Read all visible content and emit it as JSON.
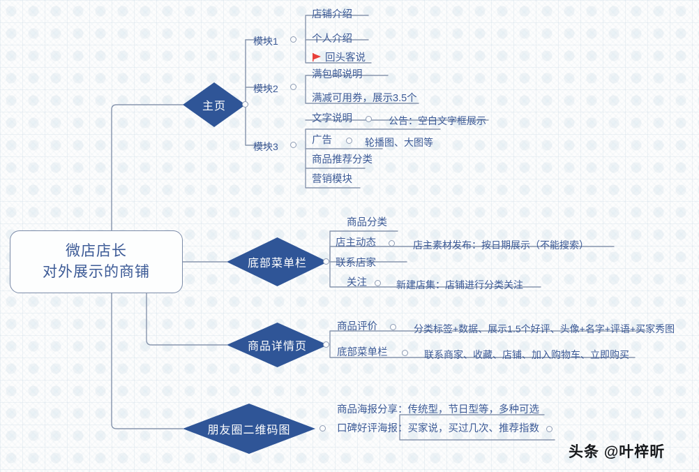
{
  "colors": {
    "diamond_fill": "#2f5597",
    "node_text": "#3c5a96",
    "line": "#8795ad",
    "flag_red": "#e8403a",
    "background": "#fdfdfd"
  },
  "root": {
    "line1": "微店店长",
    "line2": "对外展示的商铺"
  },
  "branches": [
    {
      "id": "homepage",
      "label": "主页",
      "groups": [
        {
          "label": "模块1",
          "items": [
            {
              "text": "店铺介绍",
              "icon": null,
              "detail": null
            },
            {
              "text": "个人介绍",
              "icon": null,
              "detail": null
            },
            {
              "text": "回头客说",
              "icon": "red-flag-icon",
              "detail": null
            }
          ]
        },
        {
          "label": "模块2",
          "items": [
            {
              "text": "满包邮说明",
              "icon": null,
              "detail": null
            },
            {
              "text": "满减可用券，展示3.5个",
              "icon": null,
              "detail": null
            }
          ]
        },
        {
          "label": "",
          "items": [
            {
              "text": "文字说明",
              "icon": null,
              "detail": "公告：空白文字框展示"
            }
          ]
        },
        {
          "label": "模块3",
          "items": [
            {
              "text": "广告",
              "icon": null,
              "detail": "轮播图、大图等"
            },
            {
              "text": "商品推荐分类",
              "icon": null,
              "detail": null
            },
            {
              "text": "营销模块",
              "icon": null,
              "detail": null
            }
          ]
        }
      ]
    },
    {
      "id": "bottom-menu",
      "label": "底部菜单栏",
      "groups": [
        {
          "label": "",
          "items": [
            {
              "text": "商品分类",
              "icon": null,
              "detail": null
            },
            {
              "text": "店主动态",
              "icon": null,
              "detail": "店主素材发布：按日期展示（不能搜索）"
            },
            {
              "text": "联系店家",
              "icon": null,
              "detail": null
            },
            {
              "text": "关注",
              "icon": null,
              "detail": "新建店集：店铺进行分类关注"
            }
          ]
        }
      ]
    },
    {
      "id": "product-detail",
      "label": "商品详情页",
      "groups": [
        {
          "label": "",
          "items": [
            {
              "text": "商品评价",
              "icon": null,
              "detail": "分类标签+数据、展示1.5个好评、头像+名字+评语+买家秀图"
            },
            {
              "text": "底部菜单栏",
              "icon": null,
              "detail": "联系商家、收藏、店铺、加入购物车、立即购买"
            }
          ]
        }
      ]
    },
    {
      "id": "qrcode-share",
      "label": "朋友圈二维码图",
      "groups": [
        {
          "label": "",
          "items": [
            {
              "text": "商品海报分享：传统型，节日型等，多种可选",
              "icon": null,
              "detail": null
            },
            {
              "text": "口碑好评海报：买家说，买过几次、推荐指数",
              "icon": null,
              "detail": null,
              "trailing_dot": true
            }
          ]
        }
      ]
    }
  ],
  "watermark": "头条 @叶梓昕"
}
